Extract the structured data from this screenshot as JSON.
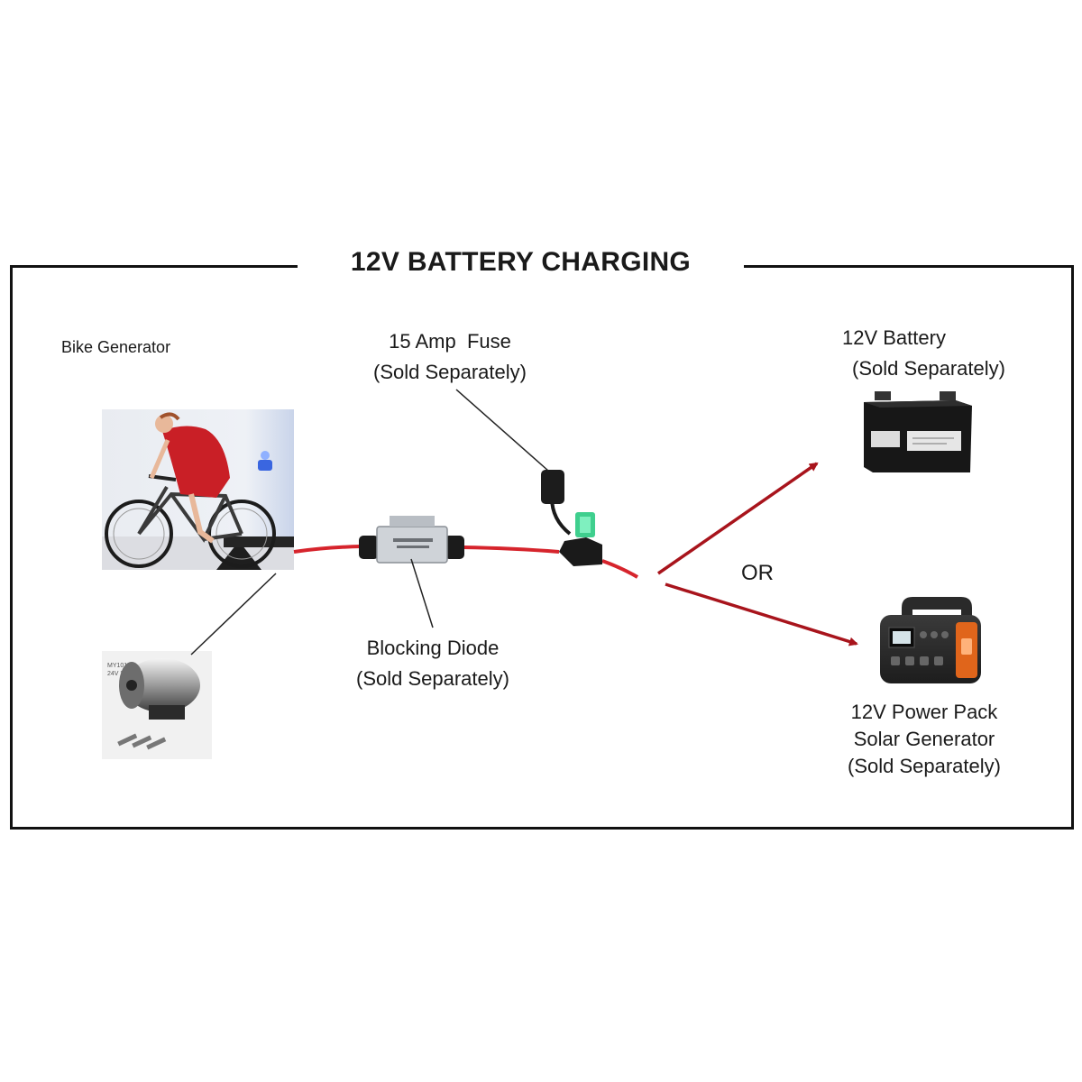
{
  "title": "12V BATTERY CHARGING",
  "labels": {
    "bike_generator": "Bike Generator",
    "fuse_line1": "15 Amp  Fuse",
    "fuse_line2": "(Sold Separately)",
    "battery_line1": "12V Battery",
    "battery_line2": "(Sold Separately)",
    "diode_line1": "Blocking Diode",
    "diode_line2": "(Sold Separately)",
    "or": "OR",
    "power_line1": "12V Power Pack",
    "power_line2": "Solar Generator",
    "power_line3": "(Sold Separately)"
  },
  "colors": {
    "wire": "#d6242c",
    "arrow": "#a8141c",
    "frame": "#111111",
    "dress": "#c91f26",
    "power_pack_accent": "#e0651b",
    "fuse_green": "#3fcf8e"
  }
}
